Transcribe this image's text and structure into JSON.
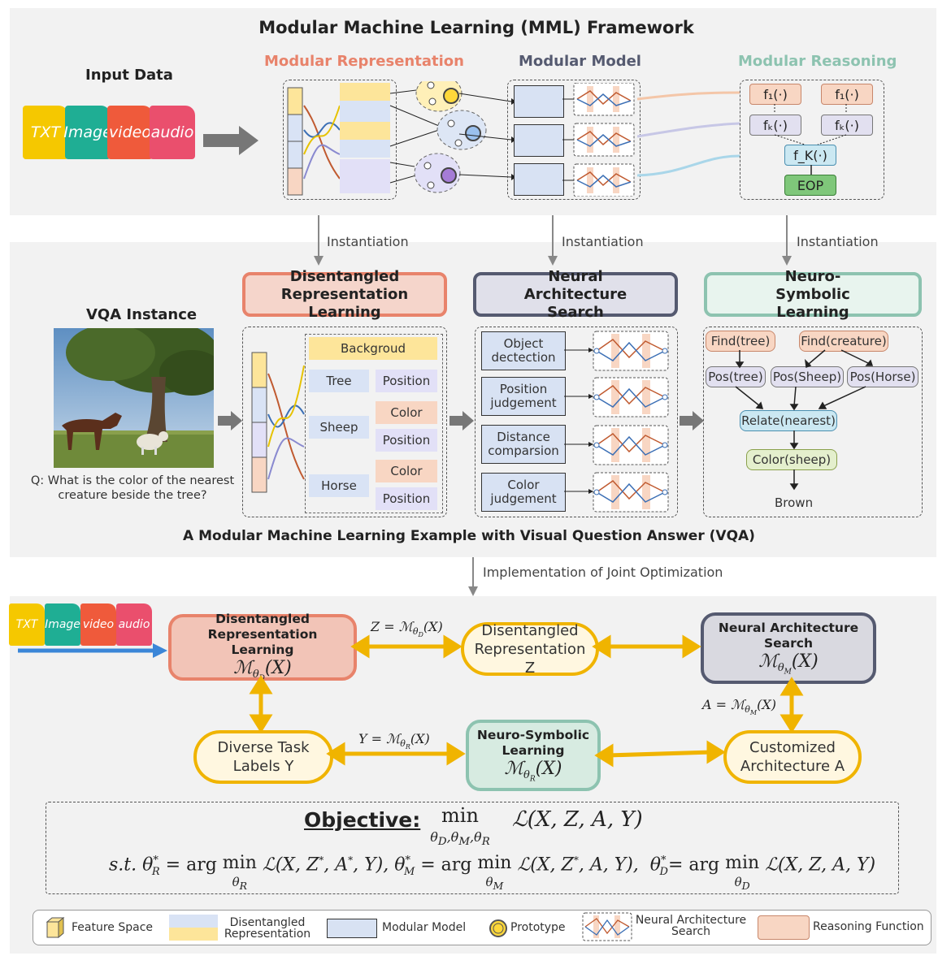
{
  "top": {
    "title": "Modular Machine Learning (MML) Framework",
    "input_data": "Input Data",
    "files": [
      "TXT",
      "Image",
      "video",
      "audio"
    ],
    "col_rep": "Modular Representation",
    "col_model": "Modular Model",
    "col_reason": "Modular Reasoning",
    "f1": "f₁(·)",
    "fk": "fₖ(·)",
    "fK": "f_K(·)",
    "eop": "EOP"
  },
  "middle": {
    "instantiation": "Instantiation",
    "drl_title": "Disentangled Representation Learning",
    "nas_title": "Neural Architecture Search",
    "nsl_title": "Neuro-Symbolic Learning",
    "vqa_title": "VQA Instance",
    "question": "Q: What is the color of the nearest creature beside the tree?",
    "rep_background": "Backgroud",
    "rep_tree": "Tree",
    "rep_sheep": "Sheep",
    "rep_horse": "Horse",
    "rep_position": "Position",
    "rep_color": "Color",
    "nas_1": "Object dectection",
    "nas_2": "Position judgement",
    "nas_3": "Distance comparsion",
    "nas_4": "Color judgement",
    "ns_find_tree": "Find(tree)",
    "ns_find_creature": "Find(creature)",
    "ns_pos_tree": "Pos(tree)",
    "ns_pos_sheep": "Pos(Sheep)",
    "ns_pos_horse": "Pos(Horse)",
    "ns_relate": "Relate(nearest)",
    "ns_color": "Color(sheep)",
    "ns_answer": "Brown",
    "caption": "A Modular Machine Learning Example with Visual Question Answer (VQA)",
    "joint": "Implementation of Joint Optimization"
  },
  "bottom": {
    "drl_title": "Disentangled Representation Learning",
    "nas_title": "Neural Architecture Search",
    "nsl_title": "Neuro-Symbolic Learning",
    "dis_rep": "Disentangled Representation Z",
    "labels": "Diverse Task Labels Y",
    "arch": "Customized Architecture A",
    "objective": "Objective:"
  },
  "legend": {
    "feature": "Feature Space",
    "disrep": "Disentangled Representation",
    "modmodel": "Modular Model",
    "prototype": "Prototype",
    "nas": "Neural Architecture Search",
    "reason": "Reasoning Function"
  },
  "colors": {
    "rep_accent": "#e8836b",
    "model_accent": "#555a70",
    "reason_accent": "#8dc3b0",
    "yellow": "#f0b400",
    "blue_arrow": "#3b86d8"
  }
}
